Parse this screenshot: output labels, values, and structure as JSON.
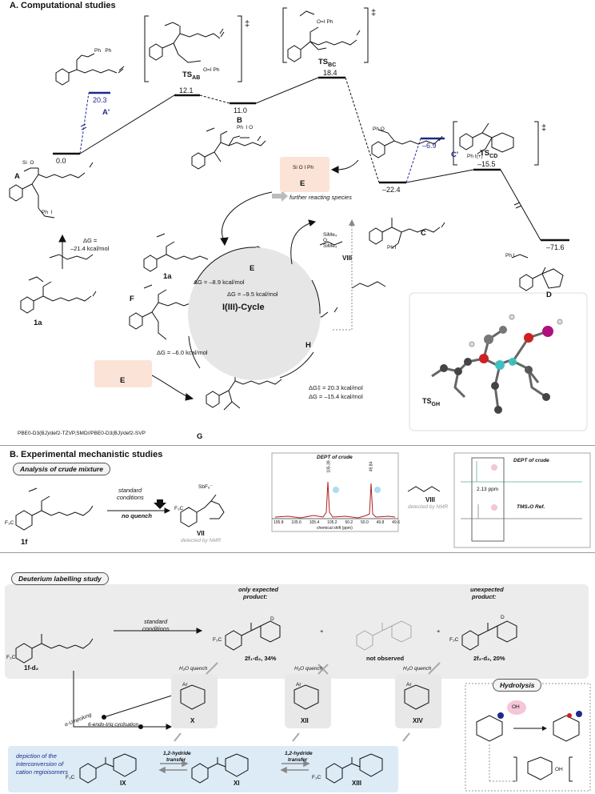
{
  "sectionA": {
    "title": "A. Computational studies",
    "levels": [
      {
        "id": "A",
        "energy": "0.0"
      },
      {
        "id": "A'",
        "energy": "20.3"
      },
      {
        "id": "TS_AB",
        "energy": "12.1"
      },
      {
        "id": "B",
        "energy": "11.0"
      },
      {
        "id": "TS_BC",
        "energy": "18.4"
      },
      {
        "id": "C",
        "energy": "–22.4"
      },
      {
        "id": "C'",
        "energy": "–6.9"
      },
      {
        "id": "TS_CD",
        "energy": "–15.5"
      },
      {
        "id": "D",
        "energy": "–71.6"
      }
    ],
    "labels": {
      "A": "A",
      "Aprime": "A'",
      "TSAB": "TS",
      "TSAB_sub": "AB",
      "B": "B",
      "TSBC": "TS",
      "TSBC_sub": "BC",
      "C": "C",
      "Cprime": "C'",
      "TSCD": "TS",
      "TSCD_sub": "CD",
      "D": "D",
      "E": "E",
      "dagger": "‡"
    },
    "further": "further reacting species",
    "cycle_title": "I(III)-Cycle",
    "dG_left_1": "ΔG =",
    "dG_left_2": "–21.4 kcal/mol",
    "dG_1": "ΔG = –8.9 kcal/mol",
    "dG_2": "ΔG = –9.5 kcal/mol",
    "dG_3": "ΔG = –6.0 kcal/mol",
    "dG_ts": "ΔG‡ = 20.3 kcal/mol",
    "dG_4": "ΔG = –15.4 kcal/mol",
    "cycle_labels": {
      "E1": "E",
      "F": "F",
      "G": "G",
      "H": "H",
      "E2": "E",
      "oneA": "1a",
      "oneA2": "1a",
      "VIII": "VIII"
    },
    "tsgh": "TS",
    "tsgh_sub": "GH",
    "method": "PBE0-D3(BJ)/def2-TZVP,SMD//PBE0-D3(BJ)/def2-SVP"
  },
  "sectionB": {
    "title": "B. Experimental mechanistic studies",
    "crude_pill": "Analysis of crude mixture",
    "sm": "1f",
    "cond1": "standard",
    "cond2": "conditions",
    "noquench": "no quench",
    "sbf6": "SbF₆⁻",
    "vii": "VII",
    "detected": "detected by NMR",
    "viii": "VIII",
    "viii_detected": "detected by NMR",
    "dept_title": "DEPT of crude",
    "dept_peaks": [
      "105.39",
      "49.84"
    ],
    "dept_ticks": [
      "105.8",
      "105.6",
      "105.4",
      "105.2",
      "50.2",
      "50.0",
      "49.8",
      "49.6"
    ],
    "dept_axis": "chemical shift (ppm)",
    "dept2_title": "DEPT of crude",
    "ppm213": "2.13 ppm",
    "tms_ref": "TMS₂O Ref.",
    "deut_pill": "Deuterium labelling study",
    "sm_d": "1f-d₂",
    "only_expected": "only expected",
    "product": "product:",
    "unexpected": "unexpected",
    "product2": "product:",
    "std1": "standard",
    "std2": "conditions",
    "p1": "2f₁-d₂, 34%",
    "not_observed": "not observed",
    "p2": "2f₂-d₂, 20%",
    "plus": "+",
    "umpolung": "α-Umpolung",
    "endo": "6-endo-trig cyclisation",
    "h2o": "H₂O quench",
    "X": "X",
    "XII": "XII",
    "XIV": "XIV",
    "IX": "IX",
    "XI": "XI",
    "XIII": "XIII",
    "hydride": "1,2-hydride",
    "transfer": "transfer",
    "depiction": "depiction of the interconversion of cation regioisomers",
    "hydrolysis": "Hydrolysis",
    "oh": "OH",
    "ar": "Ar",
    "cf3": "F₃C",
    "d": "D"
  }
}
